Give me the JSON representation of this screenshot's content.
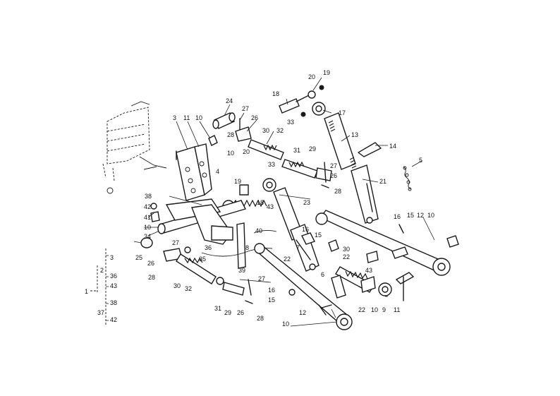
{
  "diagram": {
    "callouts": [
      {
        "id": "c3a",
        "text": "3"
      },
      {
        "id": "c11a",
        "text": "11"
      },
      {
        "id": "c10a",
        "text": "10"
      },
      {
        "id": "c24",
        "text": "24"
      },
      {
        "id": "c27a",
        "text": "27"
      },
      {
        "id": "c26a",
        "text": "26"
      },
      {
        "id": "c28a",
        "text": "28"
      },
      {
        "id": "c30a",
        "text": "30"
      },
      {
        "id": "c32a",
        "text": "32"
      },
      {
        "id": "c18a",
        "text": "18"
      },
      {
        "id": "c20a",
        "text": "20"
      },
      {
        "id": "c19a",
        "text": "19"
      },
      {
        "id": "c33a",
        "text": "33"
      },
      {
        "id": "c17",
        "text": "17"
      },
      {
        "id": "c13",
        "text": "13"
      },
      {
        "id": "c14",
        "text": "14"
      },
      {
        "id": "c5",
        "text": "5"
      },
      {
        "id": "c31a",
        "text": "31"
      },
      {
        "id": "c29a",
        "text": "29"
      },
      {
        "id": "c27b",
        "text": "27"
      },
      {
        "id": "c26b",
        "text": "26"
      },
      {
        "id": "c28b",
        "text": "28"
      },
      {
        "id": "c21",
        "text": "21"
      },
      {
        "id": "c10b",
        "text": "10"
      },
      {
        "id": "c20b",
        "text": "20"
      },
      {
        "id": "c4",
        "text": "4"
      },
      {
        "id": "c19b",
        "text": "19"
      },
      {
        "id": "c33b",
        "text": "33"
      },
      {
        "id": "c18b",
        "text": "18"
      },
      {
        "id": "c43a",
        "text": "43"
      },
      {
        "id": "c23",
        "text": "23"
      },
      {
        "id": "c38a",
        "text": "38"
      },
      {
        "id": "c42a",
        "text": "42"
      },
      {
        "id": "c41",
        "text": "41"
      },
      {
        "id": "c10c",
        "text": "10"
      },
      {
        "id": "c34",
        "text": "34"
      },
      {
        "id": "c25",
        "text": "25"
      },
      {
        "id": "c27c",
        "text": "27"
      },
      {
        "id": "c26c",
        "text": "26"
      },
      {
        "id": "c28c",
        "text": "28"
      },
      {
        "id": "c30b",
        "text": "30"
      },
      {
        "id": "c32b",
        "text": "32"
      },
      {
        "id": "c35",
        "text": "35"
      },
      {
        "id": "c36a",
        "text": "36"
      },
      {
        "id": "c8",
        "text": "8"
      },
      {
        "id": "c40",
        "text": "40"
      },
      {
        "id": "c39",
        "text": "39"
      },
      {
        "id": "c16a",
        "text": "16"
      },
      {
        "id": "c15a",
        "text": "15"
      },
      {
        "id": "c22a",
        "text": "22"
      },
      {
        "id": "c7",
        "text": "7"
      },
      {
        "id": "c6",
        "text": "6"
      },
      {
        "id": "c30c",
        "text": "30"
      },
      {
        "id": "c22b",
        "text": "22"
      },
      {
        "id": "c43b",
        "text": "43"
      },
      {
        "id": "c16b",
        "text": "16"
      },
      {
        "id": "c15b",
        "text": "15"
      },
      {
        "id": "c12a",
        "text": "12"
      },
      {
        "id": "c10d",
        "text": "10"
      },
      {
        "id": "c27d",
        "text": "27"
      },
      {
        "id": "c31b",
        "text": "31"
      },
      {
        "id": "c29b",
        "text": "29"
      },
      {
        "id": "c26d",
        "text": "26"
      },
      {
        "id": "c28d",
        "text": "28"
      },
      {
        "id": "c16c",
        "text": "16"
      },
      {
        "id": "c15c",
        "text": "15"
      },
      {
        "id": "c12b",
        "text": "12"
      },
      {
        "id": "c10e",
        "text": "10"
      },
      {
        "id": "c22c",
        "text": "22"
      },
      {
        "id": "c10f",
        "text": "10"
      },
      {
        "id": "c9",
        "text": "9"
      },
      {
        "id": "c11b",
        "text": "11"
      }
    ],
    "legend": {
      "n3": "3",
      "n2": "2",
      "n36": "36",
      "n43": "43",
      "n1": "1",
      "n38": "38",
      "n37": "37",
      "n42": "42"
    }
  }
}
